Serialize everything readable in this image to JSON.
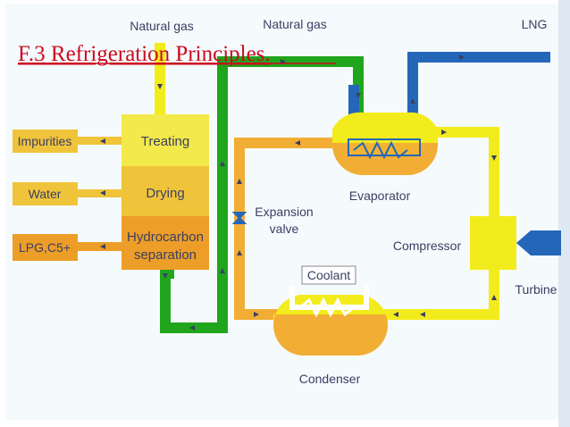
{
  "title": "F.3 Refrigeration Principles.",
  "labels": {
    "natural_gas_1": "Natural gas",
    "natural_gas_2": "Natural gas",
    "lng": "LNG",
    "impurities": "Impurities",
    "treating": "Treating",
    "water": "Water",
    "drying": "Drying",
    "lpg": "LPG,C5+",
    "hydrocarbon_1": "Hydrocarbon",
    "hydrocarbon_2": "separation",
    "evaporator": "Evaporator",
    "expansion_1": "Expansion",
    "expansion_2": "valve",
    "compressor": "Compressor",
    "turbine": "Turbine",
    "coolant": "Coolant",
    "condenser": "Condenser"
  },
  "colors": {
    "yellow_pipe": "#f3ec1c",
    "orange_pipe": "#f2ad35",
    "green_pipe": "#1fa61c",
    "blue_pipe": "#2467b8",
    "box_yellow": "#f2e94a",
    "box_gold": "#f0c43a",
    "box_orange": "#ed9e28",
    "title": "#cc0b1f",
    "border_strip": "#dde8f3"
  }
}
